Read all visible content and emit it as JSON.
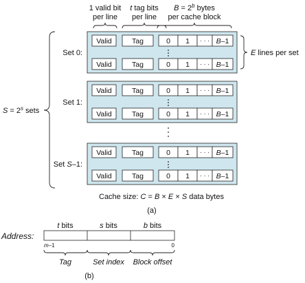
{
  "header": {
    "valid_top": "1 valid bit",
    "valid_bottom": "per line",
    "tag_top_var": "t",
    "tag_top_rest": " tag bits",
    "tag_bottom": "per line",
    "block_B": "B",
    "block_eq": " = 2",
    "block_exp": "b",
    "block_rest": " bytes",
    "block_bottom": "per cache block"
  },
  "sets_label": {
    "S": "S",
    "eq": " = 2",
    "exp": "s",
    "rest": " sets"
  },
  "lines_label": {
    "E": "E",
    "rest": " lines per set"
  },
  "sets": [
    {
      "label": "Set 0:"
    },
    {
      "label": "Set 1:"
    },
    {
      "label_prefix": "Set ",
      "label_var": "S",
      "label_suffix": "–1:"
    }
  ],
  "line": {
    "valid": "Valid",
    "tag": "Tag",
    "byte0": "0",
    "byte1": "1",
    "dots": "· · ·",
    "last_var": "B",
    "last_suffix": "–1"
  },
  "cache_size": {
    "prefix": "Cache size:  ",
    "C": "C",
    "eq": " = ",
    "B": "B",
    "x1": " × ",
    "E": "E",
    "x2": " × ",
    "S": "S",
    "rest": " data bytes"
  },
  "caption_a": "(a)",
  "address": {
    "label": "Address:",
    "t_var": "t",
    "t_rest": " bits",
    "s_var": "s",
    "s_rest": " bits",
    "b_var": "b",
    "b_rest": " bits",
    "left_var": "m",
    "left_suffix": "–1",
    "right": "0",
    "tag": "Tag",
    "set_index": "Set index",
    "block_offset": "Block offset"
  },
  "caption_b": "(b)"
}
